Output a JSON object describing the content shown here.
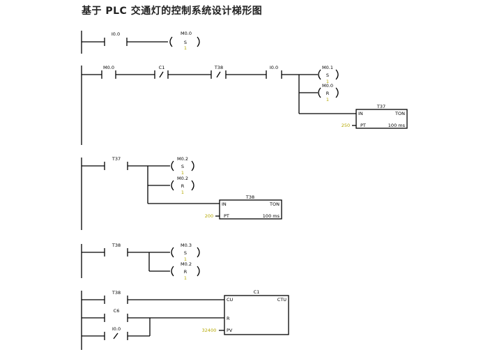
{
  "title": "基于 PLC 交通灯的控制系统设计梯形图",
  "rungs": [
    {
      "contacts": [
        "I0.0"
      ],
      "coils": [
        {
          "addr": "M0.0",
          "op": "S",
          "n": "1"
        }
      ]
    },
    {
      "contacts": [
        "M0.0",
        "C1",
        "T38",
        "I0.0"
      ],
      "coils": [
        {
          "addr": "M0.1",
          "op": "S",
          "n": "1"
        },
        {
          "addr": "M0.0",
          "op": "R",
          "n": "1"
        }
      ],
      "timer": {
        "name": "T37",
        "in": "IN",
        "type": "TON",
        "pt": "PT",
        "pv": "250",
        "base": "100 ms"
      }
    },
    {
      "contacts": [
        "T37"
      ],
      "coils": [
        {
          "addr": "M0.2",
          "op": "S",
          "n": "1"
        },
        {
          "addr": "M0.2",
          "op": "R",
          "n": "1"
        }
      ],
      "timer": {
        "name": "T38",
        "in": "IN",
        "type": "TON",
        "pt": "PT",
        "pv": "200",
        "base": "100 ms"
      }
    },
    {
      "contacts": [
        "T38"
      ],
      "coils": [
        {
          "addr": "M0.3",
          "op": "S",
          "n": "1"
        },
        {
          "addr": "M0.2",
          "op": "R",
          "n": "1"
        }
      ]
    },
    {
      "contacts": [
        "T38",
        "C6",
        "I0.0"
      ],
      "counter": {
        "name": "C1",
        "cu": "CU",
        "type": "CTU",
        "r": "R",
        "pv_pin": "PV",
        "pv": "32400"
      }
    }
  ]
}
